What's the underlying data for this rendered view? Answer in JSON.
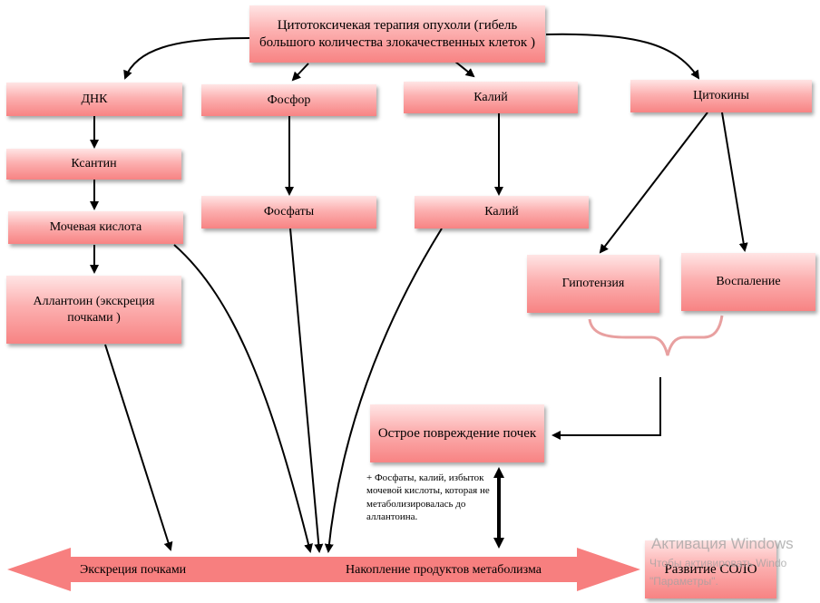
{
  "nodes": {
    "therapy": "Цитотоксичекая терапия опухоли (гибель большого количества злокачественных клеток )",
    "dna": "ДНК",
    "phosphorus": "Фосфор",
    "potassium_top": "Калий",
    "cytokines": "Цитокины",
    "xanthine": "Ксантин",
    "phosphates": "Фосфаты",
    "potassium_bottom": "Калий",
    "uric_acid": "Мочевая кислота",
    "allantoin": "Аллантоин (экскреция почками )",
    "hypotension": "Гипотензия",
    "inflammation": "Воспаление",
    "aki": "Острое повреждение почек",
    "solo": "Развитие СОЛО"
  },
  "bottom_arrow": {
    "left_label": "Экскреция почками",
    "right_label": "Накопление продуктов метаболизма"
  },
  "note": "+ Фосфаты, калий, избыток мочевой кислоты, которая не метаболизировалась до аллантоина.",
  "watermark": {
    "line1": "Активация Windows",
    "line2": "Чтобы активировать Windo",
    "line3": "\"Параметры\"."
  },
  "colors": {
    "box_light": "#ffe5e5",
    "box_dark": "#f78383",
    "arrow_band": "#f77f7f",
    "brace": "#e8a0a0",
    "line": "#000000"
  }
}
